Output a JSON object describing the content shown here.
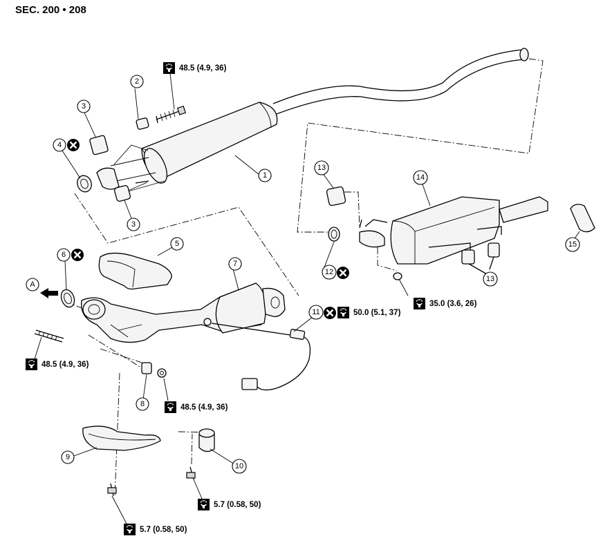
{
  "header": {
    "section": "SEC. 200 • 208"
  },
  "view_marker": {
    "label": "A"
  },
  "callouts": [
    {
      "id": "c1",
      "label": "1"
    },
    {
      "id": "c2",
      "label": "2"
    },
    {
      "id": "c3a",
      "label": "3"
    },
    {
      "id": "c3b",
      "label": "3"
    },
    {
      "id": "c4",
      "label": "4"
    },
    {
      "id": "c5",
      "label": "5"
    },
    {
      "id": "c6",
      "label": "6"
    },
    {
      "id": "c7",
      "label": "7"
    },
    {
      "id": "c8",
      "label": "8"
    },
    {
      "id": "c9",
      "label": "9"
    },
    {
      "id": "c10",
      "label": "10"
    },
    {
      "id": "c11",
      "label": "11"
    },
    {
      "id": "c12",
      "label": "12"
    },
    {
      "id": "c13a",
      "label": "13"
    },
    {
      "id": "c13b",
      "label": "13"
    },
    {
      "id": "c14",
      "label": "14"
    },
    {
      "id": "c15",
      "label": "15"
    }
  ],
  "torques": [
    {
      "id": "t1",
      "value": "48.5 (4.9, 36)"
    },
    {
      "id": "t2",
      "value": "48.5 (4.9, 36)"
    },
    {
      "id": "t3",
      "value": "48.5 (4.9, 36)"
    },
    {
      "id": "t4",
      "value": "50.0 (5.1, 37)"
    },
    {
      "id": "t5",
      "value": "35.0 (3.6, 26)"
    },
    {
      "id": "t6",
      "value": "5.7 (0.58, 50)"
    },
    {
      "id": "t7",
      "value": "5.7 (0.58, 50)"
    }
  ]
}
